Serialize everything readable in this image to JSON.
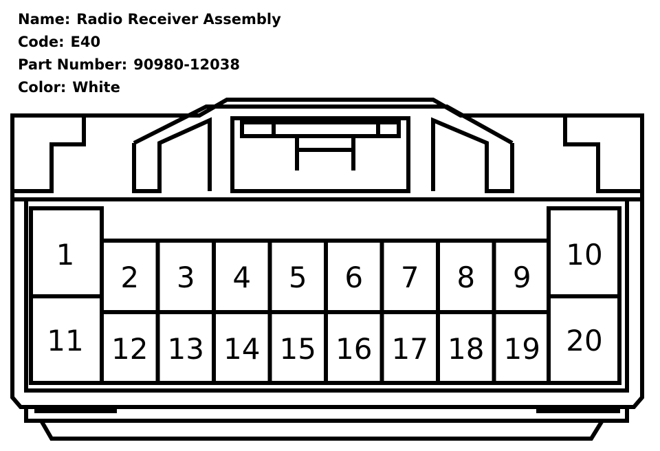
{
  "info": {
    "name_label": "Name:",
    "name_value": "Radio Receiver Assembly",
    "code_label": "Code:",
    "code_value": "E40",
    "part_label": "Part Number:",
    "part_value": "90980-12038",
    "color_label": "Color:",
    "color_value": "White"
  },
  "connector": {
    "stroke_color": "#000000",
    "fill_color": "#ffffff",
    "pins": [
      "1",
      "2",
      "3",
      "4",
      "5",
      "6",
      "7",
      "8",
      "9",
      "10",
      "11",
      "12",
      "13",
      "14",
      "15",
      "16",
      "17",
      "18",
      "19",
      "20"
    ]
  }
}
